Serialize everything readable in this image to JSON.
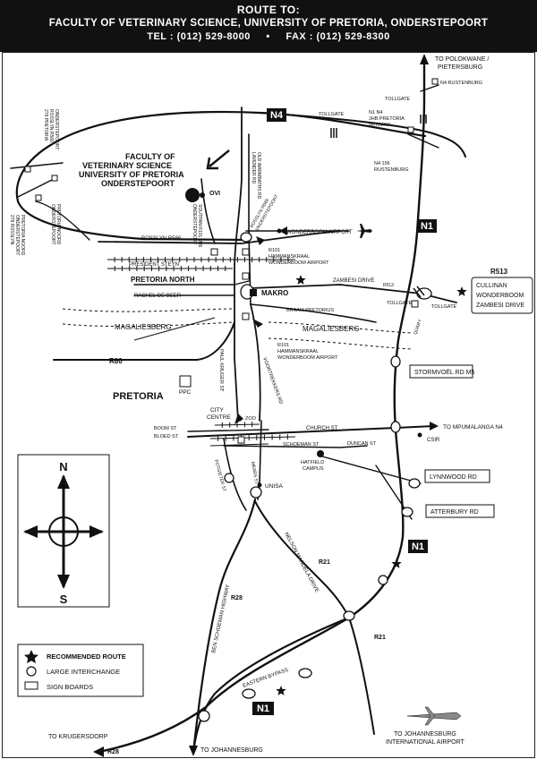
{
  "header": {
    "route_to": "ROUTE TO:",
    "destination": "FACULTY OF VETERINARY SCIENCE, UNIVERSITY OF PRETORIA, ONDERSTEPOORT",
    "tel_label": "TEL :",
    "tel": "(012) 529-8000",
    "separator": "•",
    "fax_label": "FAX :",
    "fax": "(012) 529-8300"
  },
  "destination_label": {
    "line1": "FACULTY OF",
    "line2": "VETERINARY SCIENCE",
    "line3": "UNIVERSITY OF PRETORIA",
    "line4": "ONDERSTEPOORT"
  },
  "highways": {
    "n4": "N4",
    "n1_north": "N1",
    "n1_mid": "N1",
    "n1_south": "N1"
  },
  "places": {
    "to_polokwane_1": "TO POLOKWANE /",
    "to_polokwane_2": "PIETERSBURG",
    "n4_rustenburg_top": "N4 RUSTENBURG",
    "tollgate_top_right": "TOLLGATE",
    "n1_n4_jhb_1": "N1  N4",
    "n1_n4_jhb_2": "JHB PRETORIA",
    "n1_n4_jhb_3": "WITBANK",
    "tollgate_n4": "TOLLGATE",
    "n4_156_rustenburg_1": "N4  156",
    "n4_156_rustenburg_2": "RUSTENBURG",
    "ovi": "OVI",
    "onderstepoort_soutpan_1": "ONDERSTEPOORT",
    "onderstepoort_soutpan_2": "SOUTPAN R101 M35",
    "lavender_rd_1": "LAVENDER RD",
    "lavender_rd_2": "OLD WARMBATHS RD",
    "rosslyn_r566_1": "ROSSLYN R566",
    "rosslyn_r566_2": "ONDERSTEPOORT",
    "wonderboom_airport": "WONDERBOOM AIRPORT",
    "rosslyn_r566_road": "ROSSLYN R566",
    "r101_1": "R101",
    "r101_2": "HAMMANSKRAAL",
    "r101_3": "WONDERBOOM AIRPORT",
    "president_steyn": "PRESIDENT STEYN",
    "pretoria_north": "PRETORIA NORTH",
    "zambesi_drive": "ZAMBESI DRIVE",
    "r513_road": "R513",
    "rachel_de_beer": "RACHEL DE BEER",
    "makro": "MAKRO",
    "braam_pretorius": "BRAAM PRETORIUS",
    "magaliesberg_left": "MAGALIESBERG",
    "magaliesberg_right": "MAGALIESBERG",
    "r101_lower_1": "R101",
    "r101_lower_2": "HAMMANSKRAAL",
    "r101_lower_3": "WONDERBOOM AIRPORT",
    "r80": "R80",
    "pretoria": "PRETORIA",
    "ppc": "PPC",
    "paul_kruger": "PAUL KRUGER ST",
    "voortrekkers": "VOORTREKKERS RD",
    "city_centre_1": "CITY",
    "city_centre_2": "CENTRE",
    "zoo": "ZOO",
    "boom_st": "BOOM ST",
    "bloed_st": "BLOED ST",
    "church_st": "CHURCH ST",
    "schoeman_st": "SCHOEMAN ST",
    "duncan_st": "DUNCAN ST",
    "to_mpumalanga": "TO MPUMALANGA N4",
    "csir": "CSIR",
    "hatfield_1": "HATFIELD",
    "hatfield_2": "CAMPUS",
    "potgieter": "POTGIETER ST",
    "mears": "MEARS ST",
    "unisa": "UNISA",
    "r21_upper": "R21",
    "r21_lower": "R21",
    "nelson_mandela": "NELSON MANDELA DRIVE",
    "r28_mid": "R28",
    "ben_schoeman": "BEN SCHOEMAN HIGHWAY",
    "eastern_bypass": "EASTERN BYPASS",
    "tollgate_r513_1": "TOLLGATE",
    "tollgate_r513_2": "TOLLGATE",
    "quary": "QUARY",
    "to_krugersdorp": "TO KRUGERSDORP",
    "r28_bottom": "R28",
    "to_johannesburg": "TO JOHANNESBURG",
    "to_jhb_airport_1": "TO JOHANNESBURG",
    "to_jhb_airport_2": "INTERNATIONAL AIRPORT",
    "left_278_1": "278 PRETORIA",
    "left_278_2": "ROSSLYN R566",
    "left_278_3": "ONDERSTEPOORT",
    "left_onderstepoort_1": "ONDERSTEPOORT",
    "left_onderstepoort_2": "PRETORIA NOORD",
    "left_278b_1": "278 ROSSLYN",
    "left_278b_2": "ONDERSTEPOORT",
    "left_278b_3": "PRETORIA NOORD"
  },
  "sign_boards": {
    "r513": "R513",
    "cullinan_1": "CULLINAN",
    "cullinan_2": "WONDERBOOM",
    "cullinan_3": "ZAMBESI DRIVE",
    "stormvoel": "STORMVOËL RD M5",
    "lynnwood": "LYNNWOOD RD",
    "atterbury": "ATTERBURY RD"
  },
  "compass": {
    "north": "N",
    "south": "S"
  },
  "legend": {
    "recommended_route": "RECOMMENDED ROUTE",
    "large_interchange": "LARGE INTERCHANGE",
    "sign_boards": "SIGN BOARDS"
  },
  "colors": {
    "ink": "#111111",
    "background": "#ffffff"
  }
}
